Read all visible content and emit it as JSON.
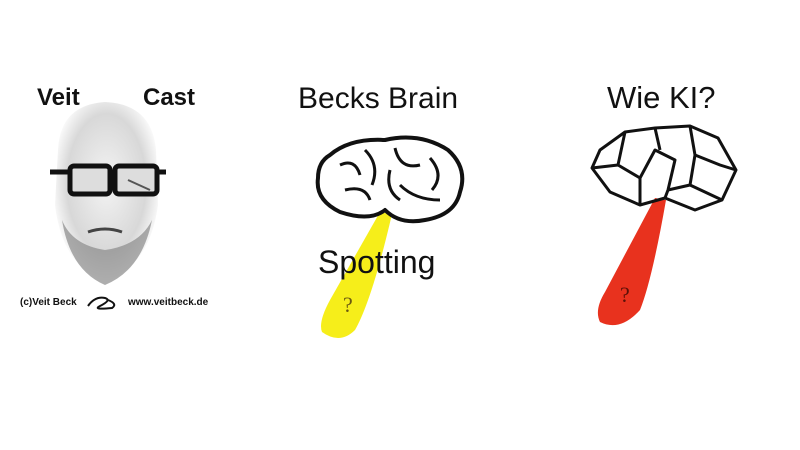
{
  "veitcast": {
    "title_left": "Veit",
    "title_right": "Cast",
    "copyright": "(c)Veit Beck",
    "website": "www.veitbeck.de"
  },
  "becks_brain": {
    "title": "Becks Brain",
    "subtitle": "Spotting",
    "mark": "?",
    "beam_color": "#f6ee1a"
  },
  "wie_ki": {
    "title": "Wie KI?",
    "mark": "?",
    "beam_color": "#e8321e"
  }
}
